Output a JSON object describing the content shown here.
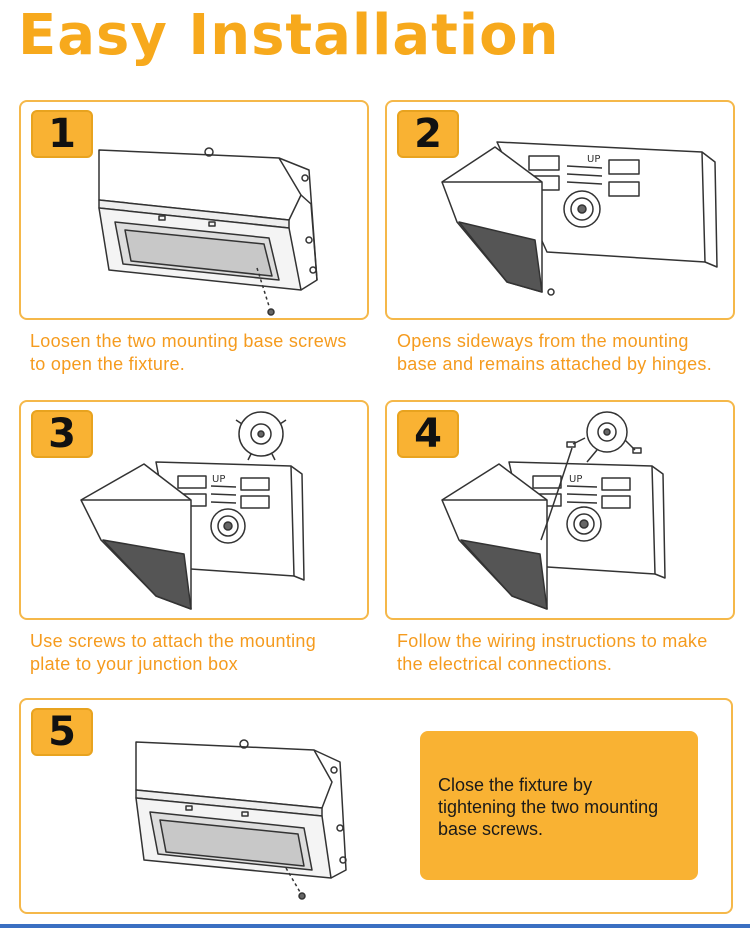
{
  "title": "Easy Installation",
  "colors": {
    "accent": "#f9b233",
    "title": "#f7a91c",
    "caption": "#f59b1e",
    "border": "#f5b84a"
  },
  "steps": [
    {
      "number": "1",
      "caption_line1": "Loosen the two mounting base screws",
      "caption_line2": "to open the fixture.",
      "illustration": "fixture-closed-with-screw-icon"
    },
    {
      "number": "2",
      "caption_line1": "Opens sideways from the mounting",
      "caption_line2": "base and remains attached by hinges.",
      "illustration": "fixture-opened-on-hinges-icon",
      "up_label": "UP"
    },
    {
      "number": "3",
      "caption_line1": "Use screws to attach the mounting",
      "caption_line2": "plate to your junction box",
      "illustration": "fixture-with-junction-box-icon",
      "up_label": "UP"
    },
    {
      "number": "4",
      "caption_line1": "Follow the wiring instructions to make",
      "caption_line2": "the electrical connections.",
      "illustration": "fixture-wiring-connections-icon",
      "up_label": "UP"
    },
    {
      "number": "5",
      "note_line1": "Close the fixture by",
      "note_line2": "tightening the two mounting",
      "note_line3": "base screws.",
      "illustration": "fixture-closed-with-screw-icon"
    }
  ]
}
